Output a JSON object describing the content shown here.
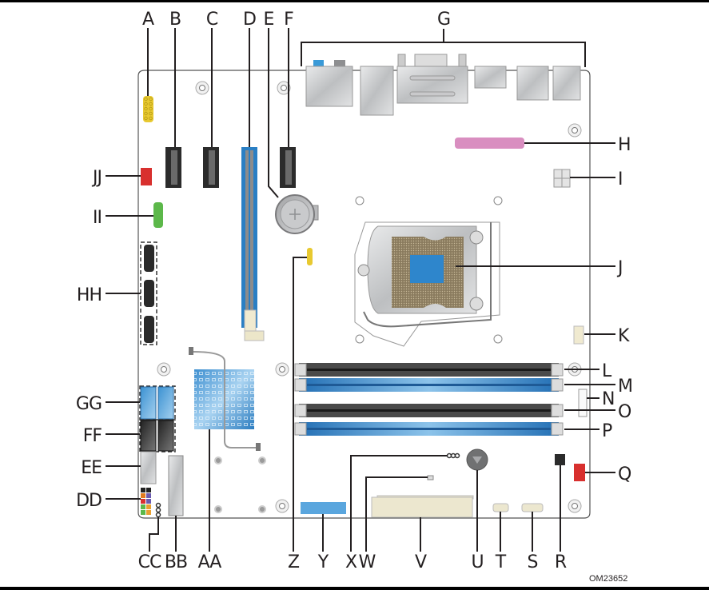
{
  "figure": {
    "id_label": "OM23652",
    "type": "Motherboard component layout diagram"
  },
  "colors": {
    "label_text": "#231f20",
    "pcie_blue": "#2a7fc4",
    "dimm_blue": "#3f8fd0",
    "dimm_black": "#4a4a4a",
    "header_yellow": "#e8c930",
    "header_green": "#5cb84a",
    "header_pink": "#d98ec0",
    "red_connector": "#d8302e",
    "silver": "#cfd0d2",
    "chipset_blue": "#5aa6de"
  },
  "labels": {
    "top": [
      {
        "id": "A",
        "text": "A"
      },
      {
        "id": "B",
        "text": "B"
      },
      {
        "id": "C",
        "text": "C"
      },
      {
        "id": "D",
        "text": "D"
      },
      {
        "id": "E",
        "text": "E"
      },
      {
        "id": "F",
        "text": "F"
      },
      {
        "id": "G",
        "text": "G"
      }
    ],
    "right": [
      {
        "id": "H",
        "text": "H"
      },
      {
        "id": "I",
        "text": "I"
      },
      {
        "id": "J",
        "text": "J"
      },
      {
        "id": "K",
        "text": "K"
      },
      {
        "id": "L",
        "text": "L"
      },
      {
        "id": "M",
        "text": "M"
      },
      {
        "id": "N",
        "text": "N"
      },
      {
        "id": "O",
        "text": "O"
      },
      {
        "id": "P",
        "text": "P"
      },
      {
        "id": "Q",
        "text": "Q"
      }
    ],
    "bottom": [
      {
        "id": "CC",
        "text": "CC"
      },
      {
        "id": "BB",
        "text": "BB"
      },
      {
        "id": "AA",
        "text": "AA"
      },
      {
        "id": "Z",
        "text": "Z"
      },
      {
        "id": "Y",
        "text": "Y"
      },
      {
        "id": "X",
        "text": "X"
      },
      {
        "id": "W",
        "text": "W"
      },
      {
        "id": "V",
        "text": "V"
      },
      {
        "id": "U",
        "text": "U"
      },
      {
        "id": "T",
        "text": "T"
      },
      {
        "id": "S",
        "text": "S"
      },
      {
        "id": "R",
        "text": "R"
      }
    ],
    "left": [
      {
        "id": "JJ",
        "text": "JJ"
      },
      {
        "id": "II",
        "text": "II"
      },
      {
        "id": "HH",
        "text": "HH"
      },
      {
        "id": "GG",
        "text": "GG"
      },
      {
        "id": "FF",
        "text": "FF"
      },
      {
        "id": "EE",
        "text": "EE"
      },
      {
        "id": "DD",
        "text": "DD"
      }
    ]
  },
  "components": {
    "pcie_x1_slots": 3,
    "pcie_x16_slots": 1,
    "dimm_slots": 4,
    "sata_ports": 5,
    "back_panel_connectors": 6
  }
}
